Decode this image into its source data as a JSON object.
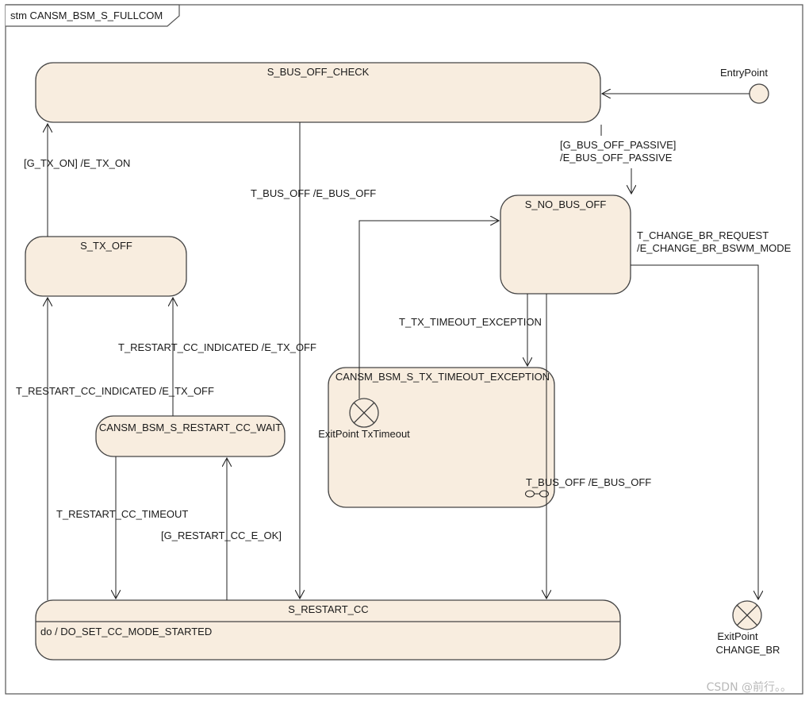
{
  "frame_title": "stm CANSM_BSM_S_FULLCOM",
  "states": {
    "bus_off_check": "S_BUS_OFF_CHECK",
    "tx_off": "S_TX_OFF",
    "no_bus_off": "S_NO_BUS_OFF",
    "tx_timeout_exception": "CANSM_BSM_S_TX_TIMEOUT_EXCEPTION",
    "restart_cc_wait": "CANSM_BSM_S_RESTART_CC_WAIT",
    "restart_cc": "S_RESTART_CC",
    "restart_cc_activity": "do / DO_SET_CC_MODE_STARTED"
  },
  "pseudostates": {
    "entry_point": "EntryPoint",
    "exit_tx_timeout": "ExitPoint TxTimeout",
    "exit_change_br_line1": "ExitPoint",
    "exit_change_br_line2": "CHANGE_BR"
  },
  "transitions": {
    "g_bus_off_passive": "[G_BUS_OFF_PASSIVE]",
    "e_bus_off_passive": "/E_BUS_OFF_PASSIVE",
    "g_tx_on": "[G_TX_ON] /E_TX_ON",
    "t_bus_off_main": "T_BUS_OFF /E_BUS_OFF",
    "t_change_br_request": "T_CHANGE_BR_REQUEST",
    "e_change_br_bswm_mode": "/E_CHANGE_BR_BSWM_MODE",
    "t_tx_timeout_exception": "T_TX_TIMEOUT_EXCEPTION",
    "t_restart_cc_indicated_inner": "T_RESTART_CC_INDICATED /E_TX_OFF",
    "t_restart_cc_indicated_outer": "T_RESTART_CC_INDICATED /E_TX_OFF",
    "t_bus_off_submachine": "T_BUS_OFF /E_BUS_OFF",
    "t_restart_cc_timeout": "T_RESTART_CC_TIMEOUT",
    "g_restart_cc_e_ok": "[G_RESTART_CC_E_OK]"
  },
  "watermark": "CSDN @前行。。"
}
